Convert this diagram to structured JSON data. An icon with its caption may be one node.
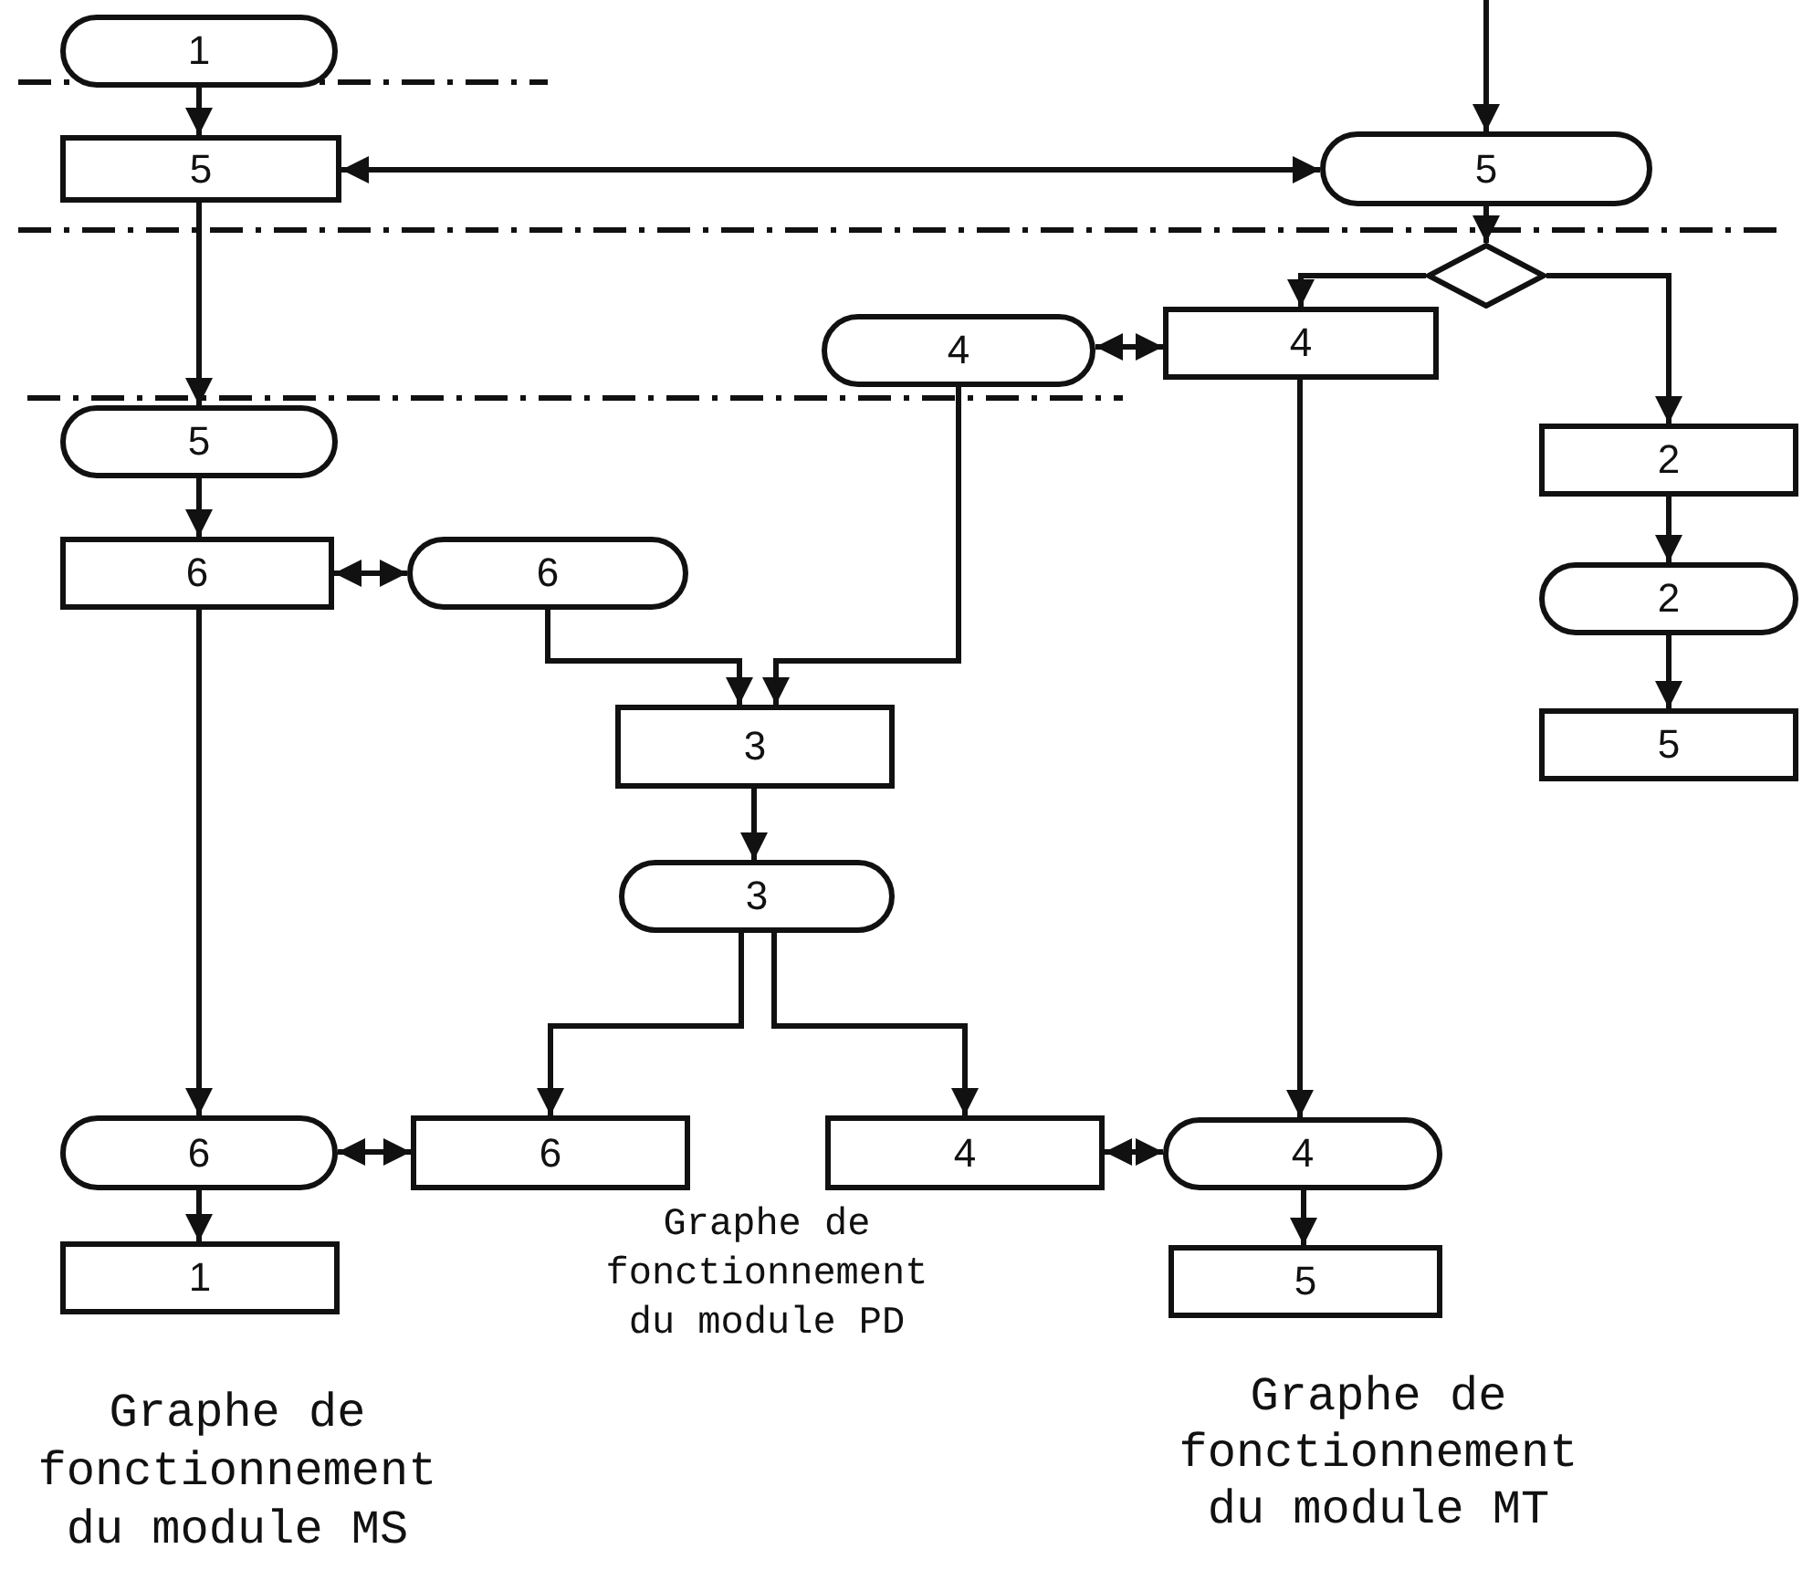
{
  "diagram": {
    "nodes": [
      {
        "text": [
          "1"
        ]
      },
      {
        "text": [
          "5"
        ]
      },
      {
        "text": [
          "5"
        ]
      },
      {
        "text": [],
        "shape": "diamond"
      },
      {
        "text": [
          "4"
        ]
      },
      {
        "text": [
          "4"
        ]
      },
      {
        "text": [
          "5"
        ]
      },
      {
        "text": [
          "2"
        ]
      },
      {
        "text": [
          "6"
        ]
      },
      {
        "text": [
          "6"
        ]
      },
      {
        "text": [
          "2"
        ]
      },
      {
        "text": [
          "3"
        ]
      },
      {
        "text": [
          "5"
        ]
      },
      {
        "text": [
          "3"
        ]
      },
      {
        "text": [
          "6"
        ]
      },
      {
        "text": [
          "6"
        ]
      },
      {
        "text": [
          "4"
        ]
      },
      {
        "text": [
          "4"
        ]
      },
      {
        "text": [
          "1"
        ]
      },
      {
        "text": [
          "5"
        ]
      }
    ],
    "edges": [
      {
        "from": 0,
        "to": 1,
        "arrow": "to"
      },
      {
        "from": 1,
        "to": 2,
        "arrow": "both"
      },
      {
        "from": null,
        "to": 2,
        "arrow": "to"
      },
      {
        "from": 2,
        "to": 3,
        "arrow": "to"
      },
      {
        "from": 3,
        "to": 5,
        "arrow": "to"
      },
      {
        "from": 3,
        "to": 7,
        "arrow": "to"
      },
      {
        "from": 1,
        "to": 6,
        "arrow": "to"
      },
      {
        "from": 4,
        "to": 5,
        "arrow": "both"
      },
      {
        "from": 6,
        "to": 8,
        "arrow": "to"
      },
      {
        "from": 8,
        "to": 9,
        "arrow": "both"
      },
      {
        "from": 9,
        "to": 11,
        "arrow": "to"
      },
      {
        "from": 4,
        "to": 11,
        "arrow": "to"
      },
      {
        "from": 11,
        "to": 13,
        "arrow": "to"
      },
      {
        "from": 13,
        "to": 15,
        "arrow": "to"
      },
      {
        "from": 13,
        "to": 16,
        "arrow": "to"
      },
      {
        "from": 8,
        "to": 14,
        "arrow": "to"
      },
      {
        "from": 5,
        "to": 17,
        "arrow": "to"
      },
      {
        "from": 14,
        "to": 15,
        "arrow": "both"
      },
      {
        "from": 16,
        "to": 17,
        "arrow": "both"
      },
      {
        "from": 14,
        "to": 18,
        "arrow": "to"
      },
      {
        "from": 17,
        "to": 19,
        "arrow": "to"
      },
      {
        "from": 7,
        "to": 10,
        "arrow": "to"
      },
      {
        "from": 10,
        "to": 12,
        "arrow": "to"
      }
    ],
    "labels": [
      "Graphe de fonctionnement du module PD",
      "Graphe de fonctionnement du module MT",
      "Graphe de fonctionnement du module MS"
    ]
  }
}
